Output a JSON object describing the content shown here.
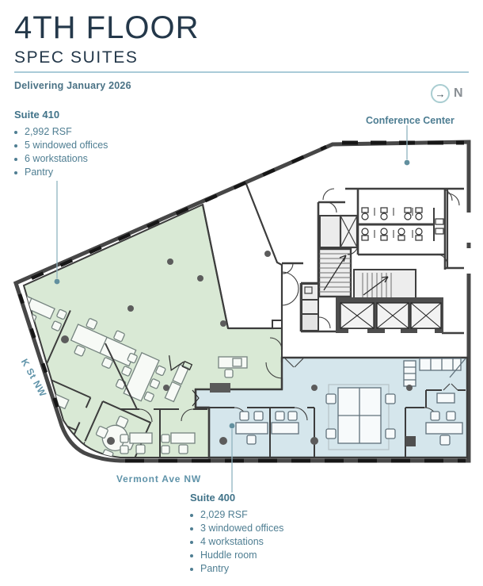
{
  "header": {
    "title": "4TH FLOOR",
    "subtitle": "SPEC SUITES",
    "delivery": "Delivering January 2026"
  },
  "north": {
    "label": "N"
  },
  "suite410": {
    "name": "Suite 410",
    "bullets": [
      "2,992 RSF",
      "5 windowed offices",
      "6 workstations",
      "Pantry"
    ]
  },
  "suite400": {
    "name": "Suite 400",
    "bullets": [
      "2,029 RSF",
      "3 windowed offices",
      "4 workstations",
      "Huddle room",
      "Pantry"
    ]
  },
  "conference": {
    "label": "Conference Center"
  },
  "streets": {
    "k_st": "K St NW",
    "vermont": "Vermont Ave NW"
  },
  "colors": {
    "suite410_fill": "#d9e9d5",
    "suite400_fill": "#d5e6ec",
    "accent_teal": "#4f7e92",
    "title_navy": "#24384a",
    "divider": "#aacbd8",
    "wall": "#474747"
  }
}
